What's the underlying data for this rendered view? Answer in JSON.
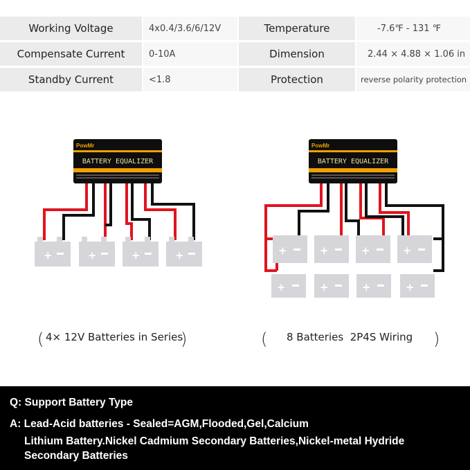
{
  "specs": {
    "rows": [
      {
        "label_left": "Working Voltage",
        "value_left": "4x0.4/3.6/6/12V",
        "label_right": "Temperature",
        "value_right": "-7.6℉ - 131 ℉"
      },
      {
        "label_left": "Compensate Current",
        "value_left": "0-10A",
        "label_right": "Dimension",
        "value_right": "2.44 × 4.88 × 1.06 in"
      },
      {
        "label_left": "Standby Current",
        "value_left": "<1.8",
        "label_right": "Protection",
        "value_right": "reverse polarity protection"
      }
    ]
  },
  "device": {
    "brand": "PowMr",
    "name": "BATTERY EQUALIZER"
  },
  "diagrams": {
    "left_caption": "4× 12V Batteries in Series",
    "right_caption": "8 Batteries  2P4S Wiring"
  },
  "qa": {
    "question": "Q: Support Battery Type",
    "answer_line1": "A: Lead-Acid batteries - Sealed=AGM,Flooded,Gel,Calcium",
    "answer_line2": "Lithium Battery.Nickel Cadmium Secondary Batteries,Nickel-metal Hydride",
    "answer_line3": "Secondary Batteries"
  },
  "colors": {
    "wire_red": "#e0141e",
    "wire_black": "#111111",
    "device_body": "#0e0e0e",
    "device_stripe": "#f0a000",
    "battery": "#d6d6da",
    "qa_background": "#000000"
  }
}
